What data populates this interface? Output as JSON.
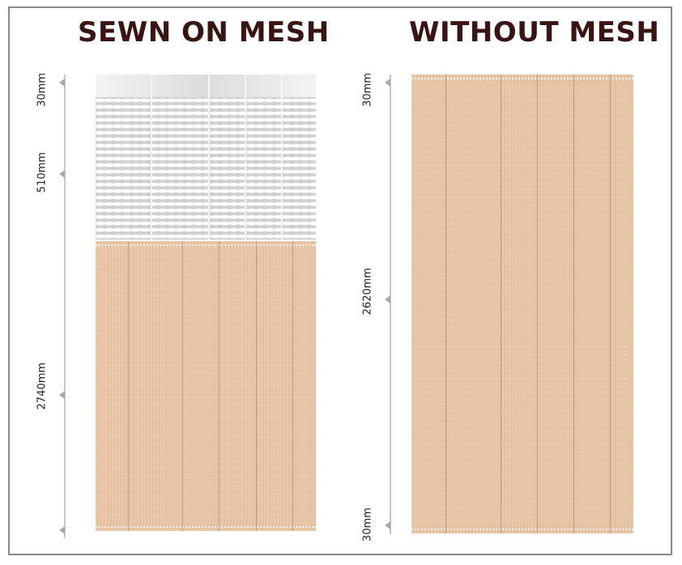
{
  "headings": {
    "left": "SEWN ON MESH",
    "right": "WITHOUT MESH"
  },
  "sewn_on_mesh": {
    "dimensions": {
      "top": "30mm",
      "mesh": "510mm",
      "fabric": "2740mm"
    }
  },
  "without_mesh": {
    "dimensions": {
      "top": "30mm",
      "body": "2620mm",
      "bottom": "30mm"
    }
  },
  "colors": {
    "heading": "#3a1413",
    "fabric": "#e8c3a2",
    "mesh": "#e9eaeb",
    "rail": "#c6c6c6",
    "frame_border": "#8a8a8a"
  }
}
